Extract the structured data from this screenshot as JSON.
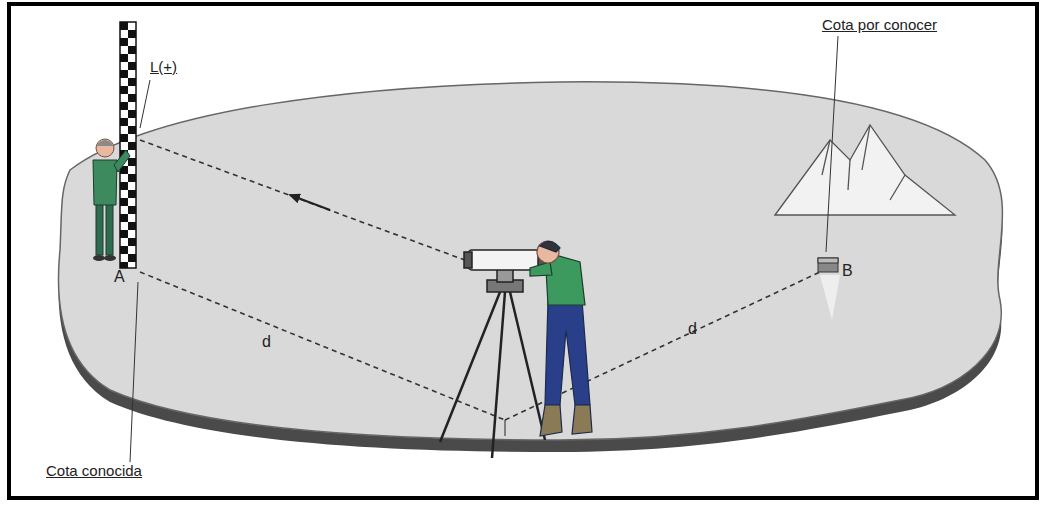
{
  "diagram": {
    "labels": [
      "L(+)",
      "Cota por conocer",
      "B",
      "A",
      "d",
      "d",
      "Cota conocida"
    ]
  }
}
